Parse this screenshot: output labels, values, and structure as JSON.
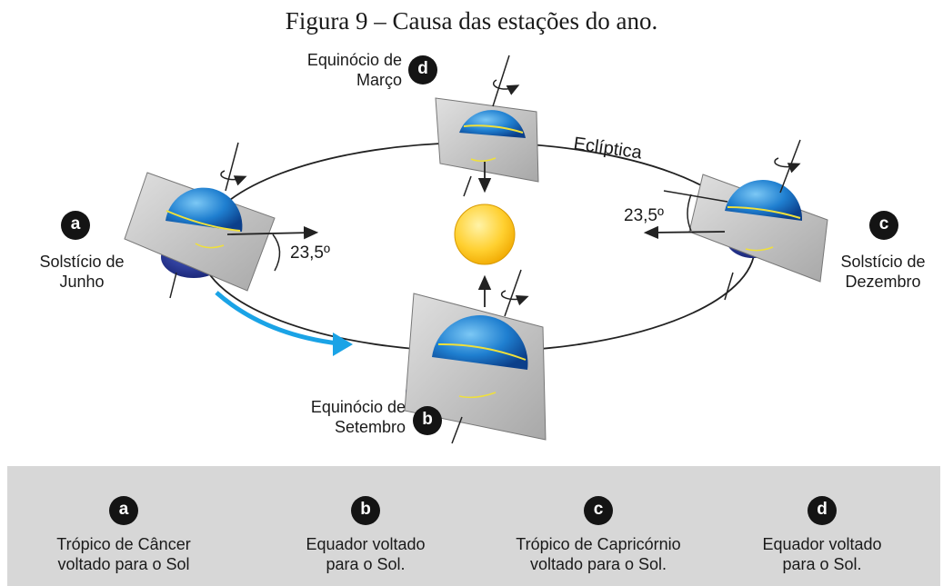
{
  "caption": "Figura 9 – Causa das estações do ano.",
  "orbit_label": "Eclíptica",
  "angle_label": "23,5º",
  "positions": [
    {
      "key": "a",
      "line1": "Solstício de",
      "line2": "Junho"
    },
    {
      "key": "b",
      "line1": "Equinócio de",
      "line2": "Setembro"
    },
    {
      "key": "c",
      "line1": "Solstício de",
      "line2": "Dezembro"
    },
    {
      "key": "d",
      "line1": "Equinócio de",
      "line2": "Março"
    }
  ],
  "legend": [
    {
      "key": "a",
      "line1": "Trópico de Câncer",
      "line2": "voltado para o Sol"
    },
    {
      "key": "b",
      "line1": "Equador voltado",
      "line2": "para o Sol."
    },
    {
      "key": "c",
      "line1": "Trópico de Capricórnio",
      "line2": "voltado para o Sol."
    },
    {
      "key": "d",
      "line1": "Equador voltado",
      "line2": "para o Sol."
    }
  ],
  "colors": {
    "earth_light": "#4aa8e8",
    "earth_dark": "#1f3f9e",
    "sun": "#ffd84a",
    "orbit_arrow": "#1aa3e6",
    "plane": "#c8c8c8",
    "legend_bg": "#d7d7d7"
  }
}
